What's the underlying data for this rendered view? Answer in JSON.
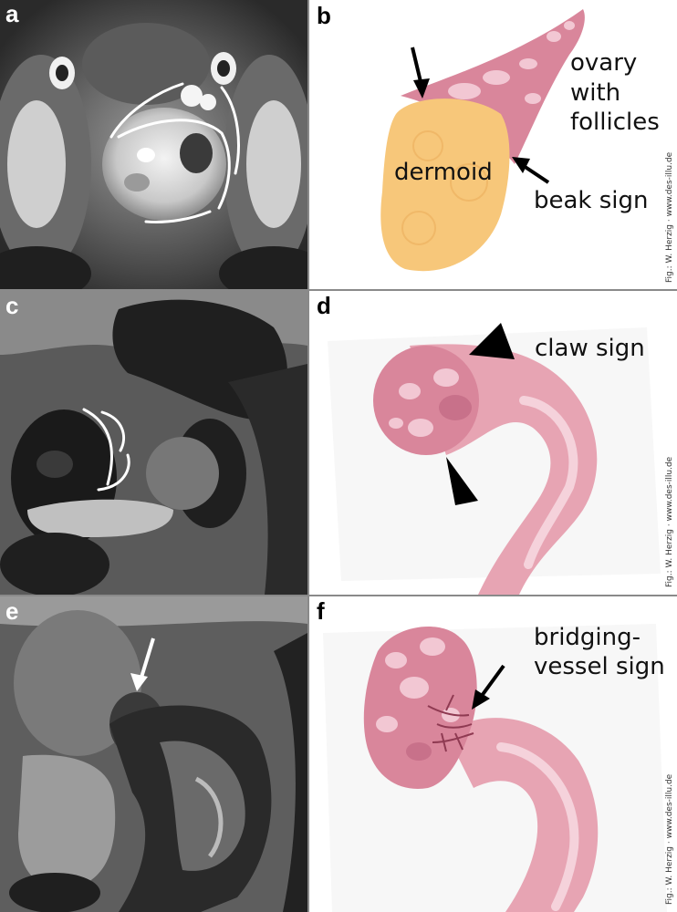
{
  "panels": [
    {
      "label": "a"
    },
    {
      "label": "b",
      "texts": {
        "ovary_line1": "ovary",
        "ovary_line2": "with",
        "ovary_line3": "follicles",
        "dermoid": "dermoid",
        "beak": "beak sign"
      },
      "credit": "Fig.: W. Herzig · www.des-illu.de"
    },
    {
      "label": "c"
    },
    {
      "label": "d",
      "texts": {
        "claw": "claw sign"
      },
      "credit": "Fig.: W. Herzig · www.des-illu.de"
    },
    {
      "label": "e"
    },
    {
      "label": "f",
      "texts": {
        "bridging_line1": "bridging-",
        "bridging_line2": "vessel sign"
      },
      "credit": "Fig.: W. Herzig · www.des-illu.de"
    }
  ],
  "colors": {
    "ovary_pink": "#d9869b",
    "follicle": "#f2c7d3",
    "dermoid_yellow": "#f7c77a",
    "uterus_pink": "#e7a4b3",
    "mri_bright": "#e8e8e8",
    "mri_dark": "#1a1a1a"
  }
}
